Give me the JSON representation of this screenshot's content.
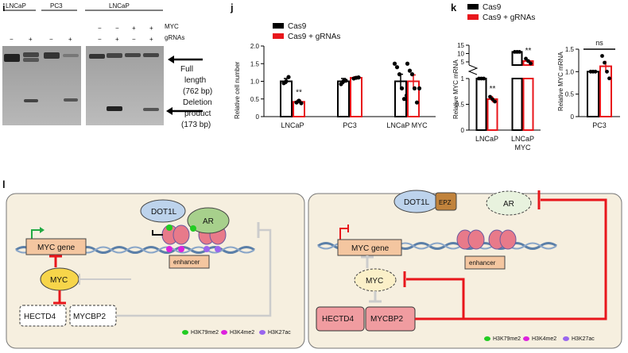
{
  "panels": {
    "i": "i",
    "j": "j",
    "k": "k",
    "l": "l"
  },
  "gel": {
    "headers": [
      "LNCaP",
      "PC3",
      "LNCaP"
    ],
    "myc_label": "MYC",
    "grnas_label": "gRNAs",
    "left_signs": [
      "−",
      "+",
      "−",
      "+"
    ],
    "right_myc_signs": [
      "−",
      "−",
      "+",
      "+"
    ],
    "right_grna_signs": [
      "−",
      "+",
      "−",
      "+"
    ],
    "full_length": [
      "Full",
      "length",
      "(762 bp)"
    ],
    "deletion": [
      "Deletion",
      "product",
      "(173 bp)"
    ]
  },
  "legend": {
    "cas9": "Cas9",
    "cas9_grnas": "Cas9 + gRNAs",
    "colors": {
      "cas9": "#000000",
      "cas9_grnas": "#e8161b"
    }
  },
  "chart_data": [
    {
      "id": "j",
      "type": "bar",
      "ylabel": "Relative cell number",
      "ylim": [
        0,
        2.0
      ],
      "yticks": [
        "0",
        "0.5",
        "1.0",
        "1.5",
        "2.0"
      ],
      "categories": [
        "LNCaP",
        "PC3",
        "LNCaP MYC"
      ],
      "series": [
        {
          "name": "Cas9",
          "values": [
            1.0,
            1.0,
            1.0
          ],
          "errors": [
            0.08,
            0.08,
            0.2
          ]
        },
        {
          "name": "Cas9 + gRNAs",
          "values": [
            0.42,
            1.1,
            1.0
          ],
          "errors": [
            0.04,
            0.03,
            0.18
          ]
        }
      ],
      "points": [
        [
          [
            0.95,
            1.0,
            1.12
          ],
          [
            0.4,
            0.45,
            0.38
          ]
        ],
        [
          [
            0.92,
            1.0,
            1.02
          ],
          [
            1.08,
            1.1,
            1.11
          ]
        ],
        [
          [
            1.5,
            1.4,
            1.2,
            0.8,
            0.5,
            0.6
          ],
          [
            1.5,
            1.3,
            1.2,
            0.8,
            0.4,
            0.8
          ]
        ]
      ],
      "annotations": [
        "**"
      ]
    },
    {
      "id": "k",
      "type": "bar",
      "ylabel": "Relative MYC mRNA",
      "yticks": [
        "0",
        "0.5",
        "1",
        "5",
        "10",
        "15"
      ],
      "categories": [
        "LNCaP",
        "LNCaP MYC"
      ],
      "series": [
        {
          "name": "Cas9",
          "values": [
            1.0,
            11.0
          ],
          "errors": [
            0.02,
            1.0
          ]
        },
        {
          "name": "Cas9 + gRNAs",
          "values": [
            0.6,
            5.5
          ],
          "errors": [
            0.06,
            0.5
          ]
        }
      ],
      "annotations": [
        "**",
        "**"
      ]
    },
    {
      "id": "k-pc3",
      "type": "bar",
      "ylabel": "Relative MYC mRNA",
      "ylim": [
        0,
        1.5
      ],
      "yticks": [
        "0",
        "0.5",
        "1.0",
        "1.5"
      ],
      "categories": [
        "PC3"
      ],
      "series": [
        {
          "name": "Cas9",
          "values": [
            1.0
          ],
          "errors": [
            0.01
          ]
        },
        {
          "name": "Cas9 + gRNAs",
          "values": [
            1.12
          ],
          "errors": [
            0.12
          ]
        }
      ],
      "points": [
        [
          [
            1.0,
            1.0,
            1.0
          ],
          [
            1.35,
            1.2,
            1.0,
            0.85
          ]
        ]
      ],
      "annotations": [
        "ns"
      ]
    }
  ],
  "diagram": {
    "left": {
      "myc_gene": "MYC gene",
      "dot1l": "DOT1L",
      "ar": "AR",
      "enhancer": "enhancer",
      "myc": "MYC",
      "hectd4": "HECTD4",
      "mycbp2": "MYCBP2"
    },
    "right": {
      "dot1l": "DOT1L",
      "epz": "EPZ",
      "ar": "AR",
      "myc_gene": "MYC gene",
      "enhancer": "enhancer",
      "myc": "MYC",
      "hectd4": "HECTD4",
      "mycbp2": "MYCBP2"
    },
    "marks": [
      "H3K79me2",
      "H3K4me2",
      "H3K27ac"
    ],
    "mark_colors": [
      "#22cc22",
      "#dd22dd",
      "#9966ee"
    ]
  }
}
